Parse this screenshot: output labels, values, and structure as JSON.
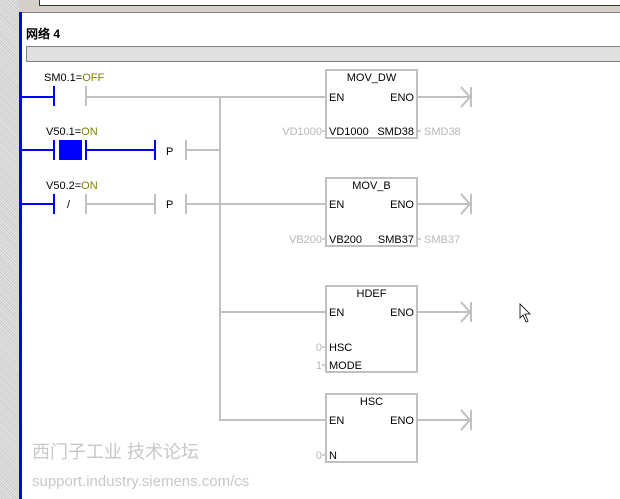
{
  "network": {
    "title": "网络 4"
  },
  "contacts": [
    {
      "address": "SM0.1=",
      "state": "OFF"
    },
    {
      "address": "V50.1=",
      "state": "ON"
    },
    {
      "address": "V50.2=",
      "state": "ON",
      "symbol": "/"
    }
  ],
  "edge_label": "P",
  "boxes": {
    "mov_dw": {
      "name": "MOV_DW",
      "en": "EN",
      "eno": "ENO",
      "in_pin": "VD1000",
      "out_pin": "SMD38",
      "in_value": "VD1000",
      "out_value": "SMD38"
    },
    "mov_b": {
      "name": "MOV_B",
      "en": "EN",
      "eno": "ENO",
      "in_pin": "VB200",
      "out_pin": "SMB37",
      "in_value": "VB200",
      "out_value": "SMB37"
    },
    "hdef": {
      "name": "HDEF",
      "en": "EN",
      "eno": "ENO",
      "pin1": "HSC",
      "pin2": "MODE",
      "val1": "0",
      "val2": "1"
    },
    "hsc": {
      "name": "HSC",
      "en": "EN",
      "eno": "ENO",
      "pin1": "N",
      "val1": "0"
    }
  },
  "watermark": {
    "line1": "西门子工业 技术论坛",
    "line2": "support.industry.siemens.com/cs"
  },
  "colors": {
    "power": "#0000ff",
    "wire": "#c0c0c0",
    "state": "#808000"
  }
}
